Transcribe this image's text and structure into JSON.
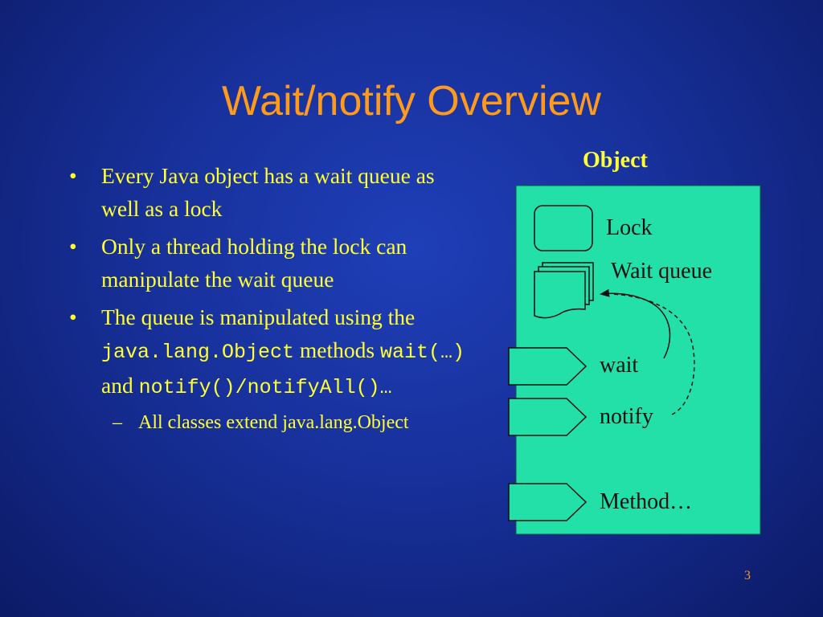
{
  "slide": {
    "title": "Wait/notify Overview",
    "page_number": "3"
  },
  "bullets": [
    {
      "marker": "•",
      "text": "Every Java object has a wait queue as well as a lock"
    },
    {
      "marker": "•",
      "text": "Only a thread holding the lock can manipulate the wait queue"
    },
    {
      "marker": "•",
      "parts": {
        "t1": "The queue is manipulated using the ",
        "code1": "java.lang.Object",
        "t2": " methods ",
        "code2": "wait(…)",
        "t3": " and ",
        "code3": "notify()/notifyAll()…"
      }
    }
  ],
  "sub_bullet": {
    "marker": "–",
    "text": "All classes extend java.lang.Object"
  },
  "diagram": {
    "object_label": "Object",
    "lock_label": "Lock",
    "wait_queue_label": "Wait queue",
    "wait_label": "wait",
    "notify_label": "notify",
    "method_label": "Method…",
    "colors": {
      "object_fill": "#22e0a8",
      "bullet_text": "#ffff33",
      "title_text": "#ff9a1a",
      "background": "#17309a"
    }
  }
}
